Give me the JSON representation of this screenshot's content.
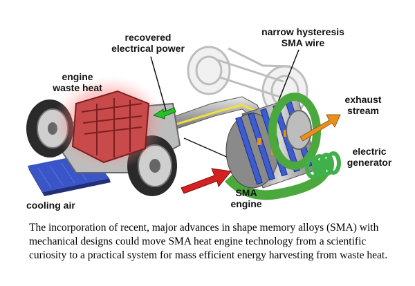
{
  "labels": {
    "recovered_power": [
      "recovered",
      "electrical power"
    ],
    "engine_waste_heat": [
      "engine",
      "waste heat"
    ],
    "sma_wire": [
      "narrow hysteresis",
      "SMA wire"
    ],
    "exhaust_stream": [
      "exhaust",
      "stream"
    ],
    "electric_generator": [
      "electric",
      "generator"
    ],
    "cooling_air": "cooling air",
    "sma_engine": [
      "SMA",
      "engine"
    ]
  },
  "caption": "The incorporation of recent, major advances in shape memory alloys (SMA) with mechanical designs could move SMA heat engine technology from a scientific curiosity to a practical system for mass efficient energy harvesting from waste heat.",
  "colors": {
    "engine_heat": "#d43a3a",
    "cooling_plate": "#3a55c8",
    "inlet_arrow": "#d42020",
    "exhaust_arrow": "#e8901e",
    "green_ring": "#4aa83c",
    "blue_coils": "#3c5ccf",
    "power_arrow": "#28c028"
  },
  "icons": [
    "car-chassis-illustration",
    "sma-engine-illustration"
  ]
}
